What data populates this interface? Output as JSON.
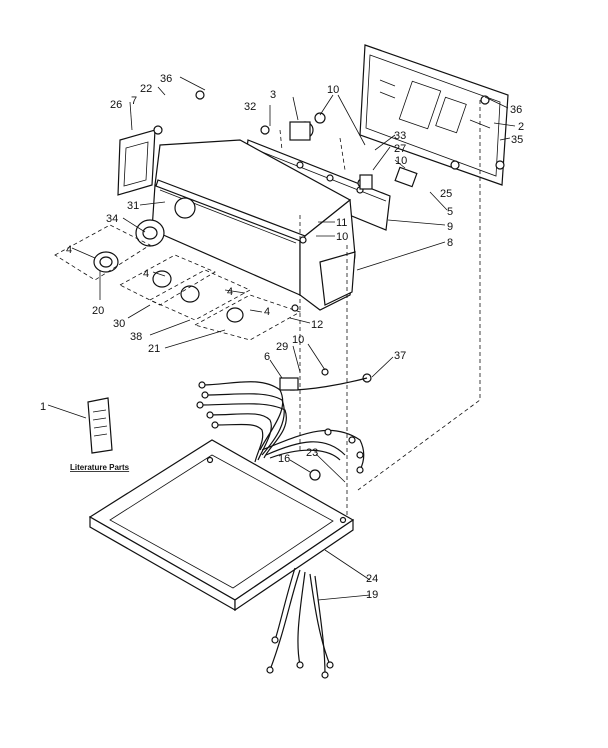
{
  "diagram": {
    "caption": "Literature Parts",
    "callouts": {
      "c1": "1",
      "c2": "2",
      "c3": "3",
      "c4a": "4",
      "c4b": "4",
      "c4c": "4",
      "c4d": "4",
      "c5": "5",
      "c6": "6",
      "c7": "7",
      "c8": "8",
      "c9": "9",
      "c10a": "10",
      "c10b": "10",
      "c10c": "10",
      "c10d": "10",
      "c11": "11",
      "c12": "12",
      "c16": "16",
      "c19": "19",
      "c20": "20",
      "c21": "21",
      "c22": "22",
      "c23": "23",
      "c24": "24",
      "c25": "25",
      "c26": "26",
      "c27": "27",
      "c29": "29",
      "c30": "30",
      "c31": "31",
      "c32": "32",
      "c33": "33",
      "c34": "34",
      "c35": "35",
      "c36a": "36",
      "c36b": "36",
      "c37": "37",
      "c38": "38"
    }
  }
}
